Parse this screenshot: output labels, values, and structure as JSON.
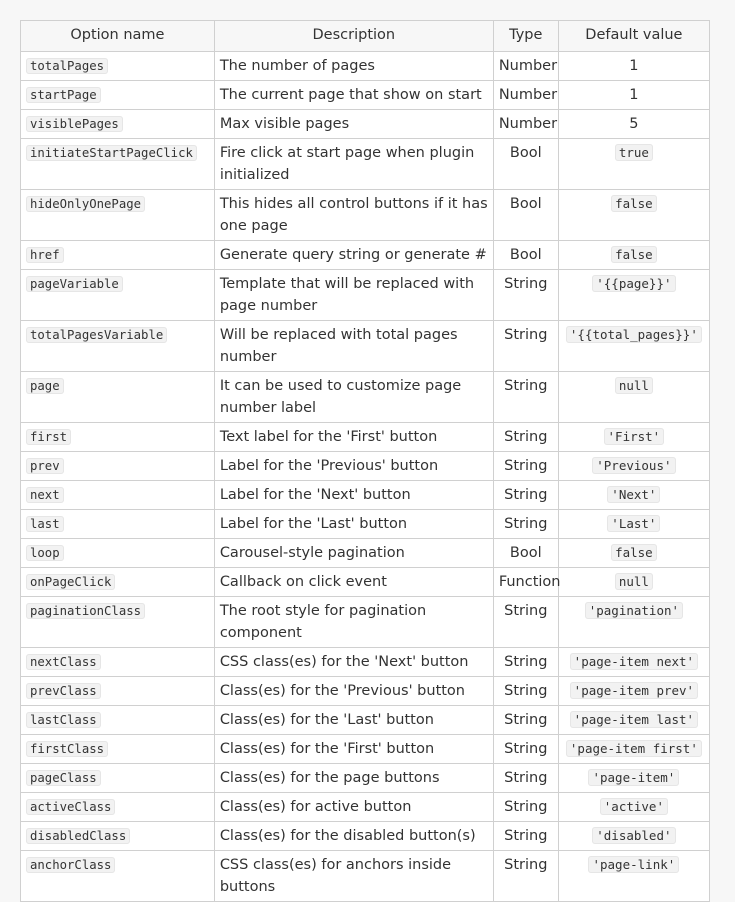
{
  "table": {
    "headers": [
      "Option name",
      "Description",
      "Type",
      "Default value"
    ],
    "rows": [
      {
        "name": "totalPages",
        "desc": "The number of pages",
        "type": "Number",
        "default": "1",
        "default_code": false
      },
      {
        "name": "startPage",
        "desc": "The current page that show on start",
        "type": "Number",
        "default": "1",
        "default_code": false
      },
      {
        "name": "visiblePages",
        "desc": "Max visible pages",
        "type": "Number",
        "default": "5",
        "default_code": false
      },
      {
        "name": "initiateStartPageClick",
        "desc": "Fire click at start page when plugin initialized",
        "type": "Bool",
        "default": "true",
        "default_code": true
      },
      {
        "name": "hideOnlyOnePage",
        "desc": "This hides all control buttons if it has one page",
        "type": "Bool",
        "default": "false",
        "default_code": true
      },
      {
        "name": "href",
        "desc": "Generate query string or generate #",
        "type": "Bool",
        "default": "false",
        "default_code": true
      },
      {
        "name": "pageVariable",
        "desc": "Template that will be replaced with page number",
        "type": "String",
        "default": "'{{page}}'",
        "default_code": true
      },
      {
        "name": "totalPagesVariable",
        "desc": "Will be replaced with total pages number",
        "type": "String",
        "default": "'{{total_pages}}'",
        "default_code": true
      },
      {
        "name": "page",
        "desc": "It can be used to customize page number label",
        "type": "String",
        "default": "null",
        "default_code": true
      },
      {
        "name": "first",
        "desc": "Text label for the 'First' button",
        "type": "String",
        "default": "'First'",
        "default_code": true
      },
      {
        "name": "prev",
        "desc": "Label for the 'Previous' button",
        "type": "String",
        "default": "'Previous'",
        "default_code": true
      },
      {
        "name": "next",
        "desc": "Label for the 'Next' button",
        "type": "String",
        "default": "'Next'",
        "default_code": true
      },
      {
        "name": "last",
        "desc": "Label for the 'Last' button",
        "type": "String",
        "default": "'Last'",
        "default_code": true
      },
      {
        "name": "loop",
        "desc": "Carousel-style pagination",
        "type": "Bool",
        "default": "false",
        "default_code": true
      },
      {
        "name": "onPageClick",
        "desc": "Callback on click event",
        "type": "Function",
        "default": "null",
        "default_code": true
      },
      {
        "name": "paginationClass",
        "desc": "The root style for pagination component",
        "type": "String",
        "default": "'pagination'",
        "default_code": true
      },
      {
        "name": "nextClass",
        "desc": "CSS class(es) for the 'Next' button",
        "type": "String",
        "default": "'page-item next'",
        "default_code": true
      },
      {
        "name": "prevClass",
        "desc": "Class(es) for the 'Previous' button",
        "type": "String",
        "default": "'page-item prev'",
        "default_code": true
      },
      {
        "name": "lastClass",
        "desc": "Class(es) for the 'Last' button",
        "type": "String",
        "default": "'page-item last'",
        "default_code": true
      },
      {
        "name": "firstClass",
        "desc": "Class(es) for the 'First' button",
        "type": "String",
        "default": "'page-item first'",
        "default_code": true
      },
      {
        "name": "pageClass",
        "desc": "Class(es) for the page buttons",
        "type": "String",
        "default": "'page-item'",
        "default_code": true
      },
      {
        "name": "activeClass",
        "desc": "Class(es) for active button",
        "type": "String",
        "default": "'active'",
        "default_code": true
      },
      {
        "name": "disabledClass",
        "desc": "Class(es) for the disabled button(s)",
        "type": "String",
        "default": "'disabled'",
        "default_code": true
      },
      {
        "name": "anchorClass",
        "desc": "CSS class(es) for anchors inside buttons",
        "type": "String",
        "default": "'page-link'",
        "default_code": true
      }
    ]
  }
}
